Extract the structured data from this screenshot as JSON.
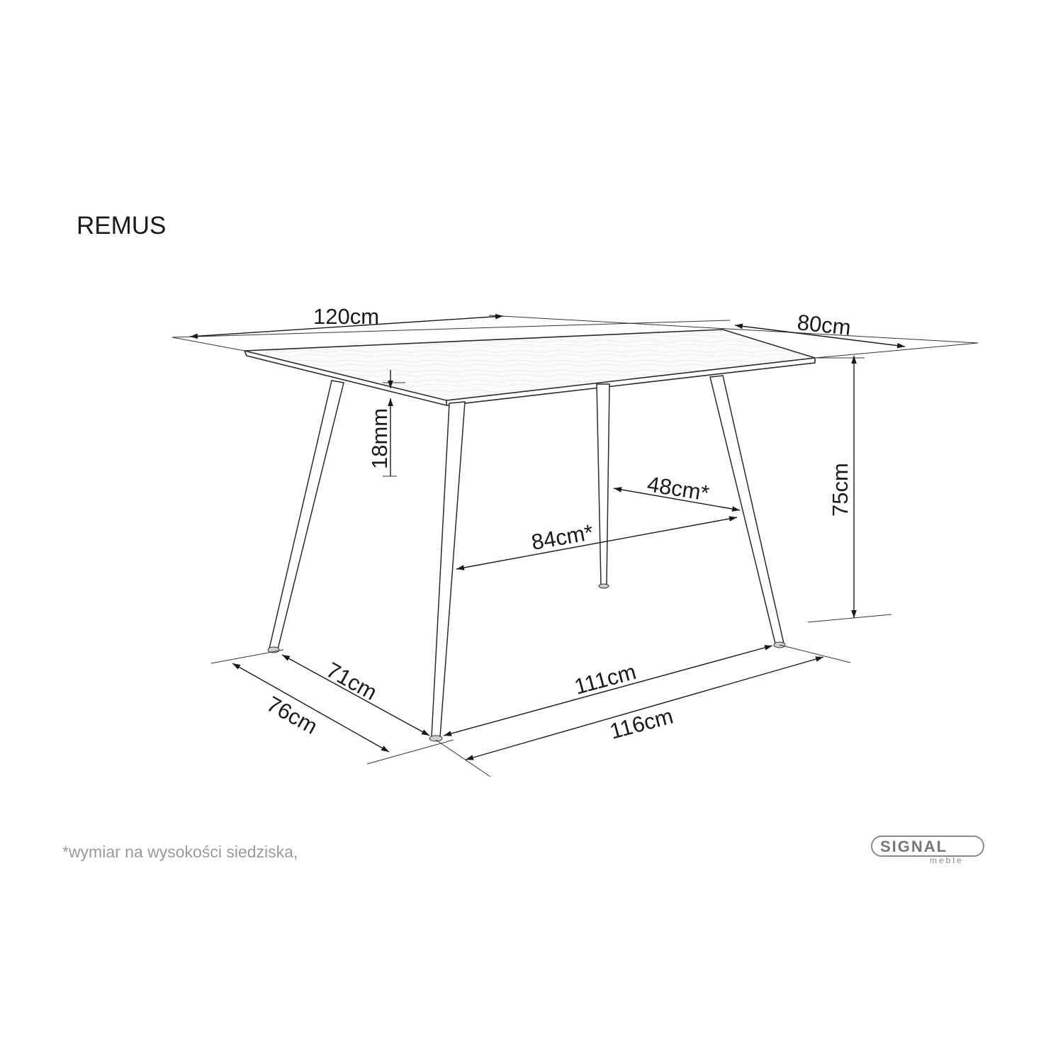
{
  "product": {
    "name": "REMUS"
  },
  "dimensions": {
    "top_length": "120cm",
    "top_depth": "80cm",
    "top_thickness": "18mm",
    "height": "75cm",
    "knee_depth": "48cm*",
    "knee_width": "84cm*",
    "leg_depth_inner": "71cm",
    "leg_depth_outer": "76cm",
    "leg_width_inner": "111cm",
    "leg_width_outer": "116cm"
  },
  "footnote": "*wymiar na wysokości siedziska,",
  "brand": {
    "name": "SIGNAL",
    "sub": "meble",
    "color": "#777777"
  }
}
